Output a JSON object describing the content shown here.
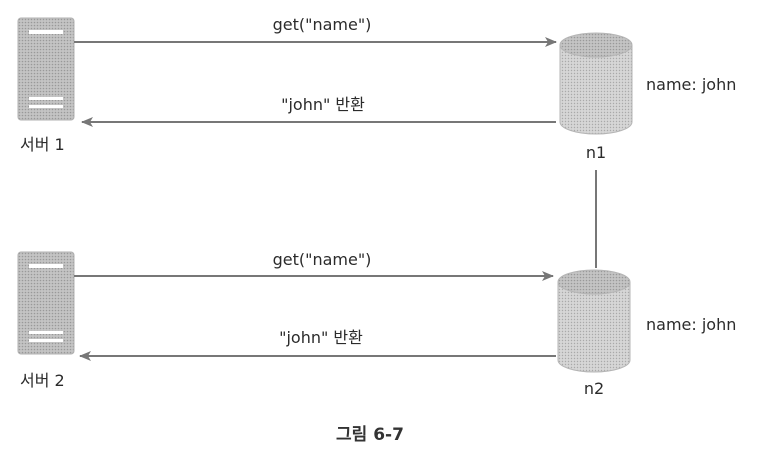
{
  "servers": [
    {
      "label": "서버 1"
    },
    {
      "label": "서버 2"
    }
  ],
  "nodes": [
    {
      "label": "n1",
      "data": "name: john"
    },
    {
      "label": "n2",
      "data": "name: john"
    }
  ],
  "flows": [
    {
      "request": "get(\"name\")",
      "response": "\"john\" 반환"
    },
    {
      "request": "get(\"name\")",
      "response": "\"john\" 반환"
    }
  ],
  "caption": "그림 6-7",
  "colors": {
    "server_fill": "#bdbdbd",
    "cylinder_fill": "#cfcfcf",
    "arrow": "#777777"
  }
}
